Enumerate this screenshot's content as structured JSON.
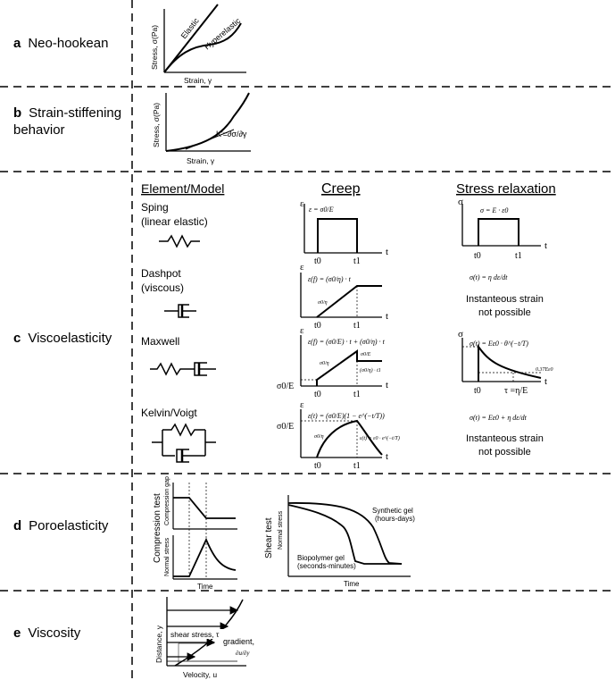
{
  "rows": [
    {
      "letter": "a",
      "title": "Neo-hookean"
    },
    {
      "letter": "b",
      "title_line1": "Strain-stiffening",
      "title_line2": "behavior"
    },
    {
      "letter": "c",
      "title": "Viscoelasticity"
    },
    {
      "letter": "d",
      "title": "Poroelasticity"
    },
    {
      "letter": "e",
      "title": "Viscosity"
    }
  ],
  "neo": {
    "ylabel": "Stress, σ(Pa)",
    "xlabel": "Strain, γ",
    "curve_elastic": "Elastic",
    "curve_hyper": "Hyperelastic"
  },
  "stiff": {
    "ylabel": "Stress, σ(Pa)",
    "xlabel": "Strain, γ",
    "annotation": "K'=∂σ/∂γ"
  },
  "visco": {
    "headers": {
      "model": "Element/Model",
      "creep": "Creep",
      "relax": "Stress relaxation"
    },
    "models": [
      {
        "name": "Sping",
        "sub": "(linear elastic)"
      },
      {
        "name": "Dashpot",
        "sub": "(viscous)"
      },
      {
        "name": "Maxwell",
        "sub": ""
      },
      {
        "name": "Kelvin/Voigt",
        "sub": ""
      }
    ],
    "creep": {
      "eps": "ε",
      "t": "t",
      "t0": "t0",
      "t1": "t1",
      "spring_eq": "ε = σ0/E",
      "dashpot_eq": "ε(f) = (σ0/η) · t",
      "dashpot_slope": "σ0/η",
      "maxwell_eq": "ε(f) = (σ0/E) · t + (σ0/η) · t",
      "maxwell_slope": "σ0/η",
      "maxwell_jump": "σ0/E",
      "maxwell_offset": "(σ0/η) · t1",
      "maxwell_level": "σ0/E",
      "kv_eq": "ε(t) = (σ0/E)(1 − e^(−t/T))",
      "kv_level": "σ0/E",
      "kv_slope": "σ0/η",
      "kv_decay": "ε(t) = ε0 · e^(−t/T)"
    },
    "relax": {
      "sigma": "σ",
      "t": "t",
      "t0": "t0",
      "t1": "t1",
      "spring_eq": "σ = E · ε0",
      "dashpot_eq": "σ(t) = η dε/dt",
      "dashpot_note1": "Instanteous strain",
      "dashpot_note2": "not possible",
      "maxwell_eq": "σ(t) = Eε0 · θ^(−t/T)",
      "maxwell_level": "0.37Eε0",
      "maxwell_tau": "τ =η/E",
      "kv_eq": "σ(t) = Eε0 + η dε/dt",
      "kv_note1": "Instanteous strain",
      "kv_note2": "not possible"
    }
  },
  "poro": {
    "comp_ylabel": "Compression test",
    "comp_top_label": "Compression gap",
    "comp_bottom_label": "Normal stress",
    "comp_xlabel": "Time",
    "shear_ylabel": "Shear test",
    "shear_sublabel": "Normal stress",
    "synthetic_1": "Synthetic gel",
    "synthetic_2": "(hours-days)",
    "bio_1": "Biopolymer gel",
    "bio_2": "(seconds-minutes)",
    "shear_xlabel": "Time"
  },
  "viscosity": {
    "ylabel": "Distance, y",
    "xlabel": "Velocity, u",
    "shear": "shear stress, τ",
    "gradient": "gradient,",
    "gradient_frac": "∂u/∂y"
  }
}
